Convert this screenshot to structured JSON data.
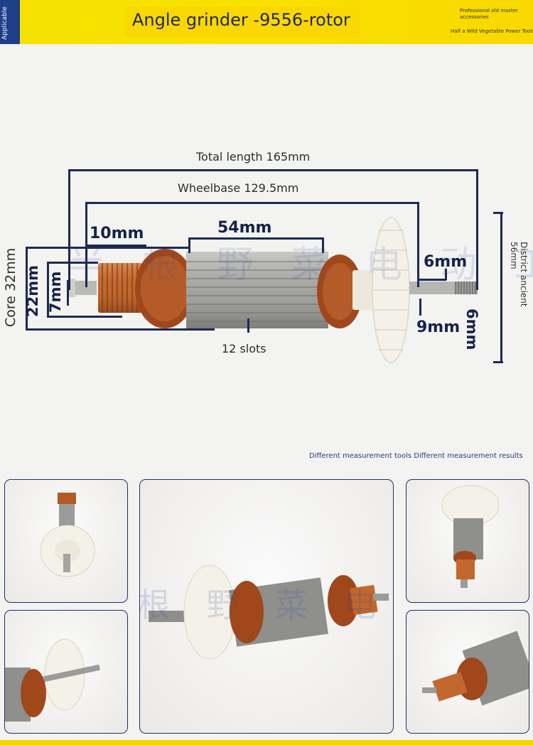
{
  "header": {
    "badge": "Applicable",
    "title": "Angle grinder -9556-rotor",
    "subtitle_top": "Professional old master accessories",
    "subtitle_bottom": "Half a Wild Vegetable Power Tools"
  },
  "diagram": {
    "total_length": "Total length 165mm",
    "wheelbase": "Wheelbase 129.5mm",
    "stack_length": "54mm",
    "commutator_length": "10mm",
    "core_diameter": "Core 32mm",
    "commutator_diameter": "22mm",
    "shaft_left_diameter": "7mm",
    "shaft_right_length": "6mm",
    "shaft_right_diameter": "6mm",
    "shaft_right_thread": "9mm",
    "slots": "12 slots",
    "fan_diameter": "District ancient 56mm",
    "watermark": "半 根 野 菜 电 动 工 具"
  },
  "note": "Different measurement tools Different measurement results",
  "photos_watermark": "半 根 野 菜 电 动 工 具",
  "colors": {
    "header_yellow": "#f6e200",
    "brand_blue": "#1f3f8a",
    "dimension_line": "#1c2a55",
    "copper": "#b5561f",
    "fan_white": "#f4f1e8"
  }
}
